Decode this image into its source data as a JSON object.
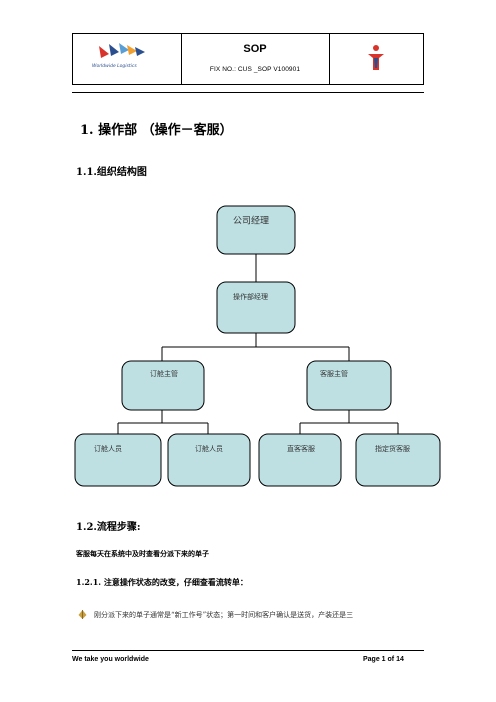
{
  "header": {
    "logo_text": "Worldwide Logistics",
    "title": "SOP",
    "fix_no": "FIX NO.: CUS _SOP V100901",
    "icon": "person-mascot-icon"
  },
  "doc": {
    "h1": "1. 操作部 （操作－客服）",
    "h2_org": "1.1.组织结构图",
    "h2_process": "1.2.流程步骤:",
    "line1": "客服每天在系统中及时查看分派下来的单子",
    "h3": "1.2.1. 注意操作状态的改变，仔细查看流转单：",
    "bullet_text": "刚分派下来的单子通常是“新工作号”状态；第一时间和客户确认是送货，产装还是三",
    "bullet_icon": "bullet-diamond-icon"
  },
  "org_chart": {
    "nodes": {
      "ceo": "公司经理",
      "ops_mgr": "操作部经理",
      "booking_lead": "订舱主管",
      "cs_lead": "客服主管",
      "booking_staff_1": "订舱人员",
      "booking_staff_2": "订舱人员",
      "cs_general": "直客客服",
      "cs_nominated": "指定货客服"
    },
    "box_fill": "#bfe0e3",
    "box_stroke": "#000000"
  },
  "footer": {
    "slogan": "We take you worldwide",
    "page_label": "Page 1 of 14"
  }
}
